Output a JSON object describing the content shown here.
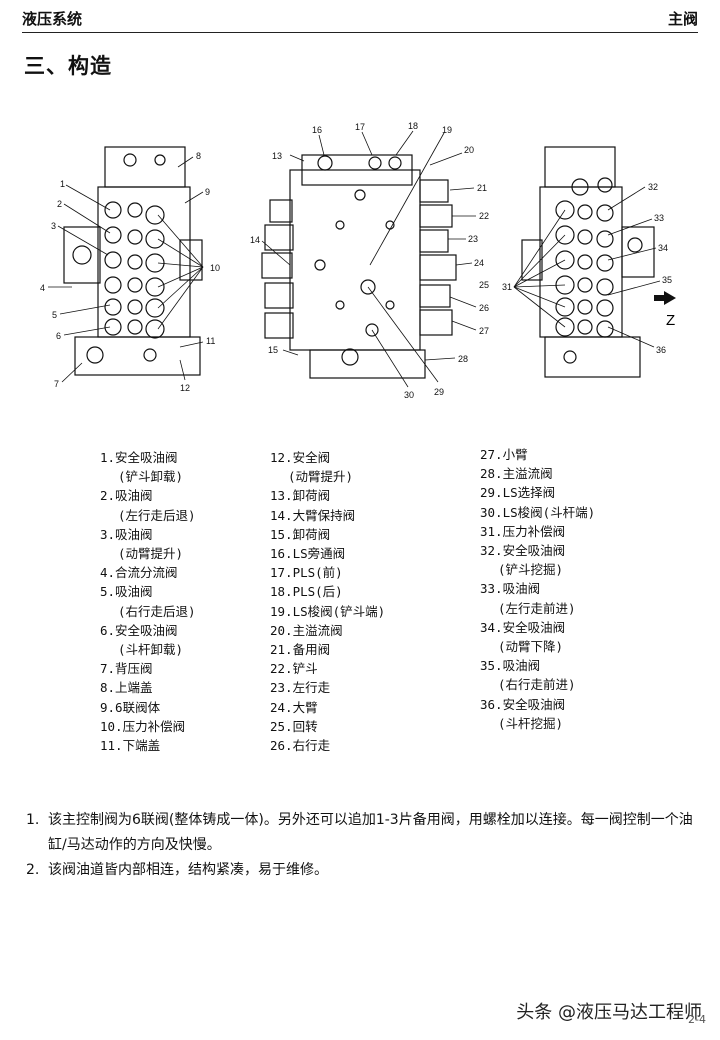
{
  "header": {
    "left": "液压系统",
    "right": "主阀"
  },
  "section_title": "三、构造",
  "figure": {
    "callouts_left": [
      "1",
      "2",
      "3",
      "4",
      "5",
      "6",
      "7",
      "8",
      "9",
      "10",
      "11",
      "12"
    ],
    "callouts_mid": [
      "13",
      "14",
      "15",
      "16",
      "17",
      "18",
      "19",
      "20",
      "21",
      "22",
      "23",
      "24",
      "25",
      "26",
      "27",
      "28",
      "29",
      "30"
    ],
    "callouts_right": [
      "31",
      "32",
      "33",
      "34",
      "35",
      "36"
    ],
    "view_label": "Z"
  },
  "legend": {
    "col1": [
      {
        "text": "1.安全吸油阀",
        "sub": "(铲斗卸载)"
      },
      {
        "text": "2.吸油阀",
        "sub": "(左行走后退)"
      },
      {
        "text": "3.吸油阀",
        "sub": "(动臂提升)"
      },
      {
        "text": "4.合流分流阀"
      },
      {
        "text": "5.吸油阀",
        "sub": "(右行走后退)"
      },
      {
        "text": "6.安全吸油阀",
        "sub": "(斗杆卸载)"
      },
      {
        "text": "7.背压阀"
      },
      {
        "text": "8.上端盖"
      },
      {
        "text": "9.6联阀体"
      },
      {
        "text": "10.压力补偿阀"
      },
      {
        "text": "11.下端盖"
      }
    ],
    "col2": [
      {
        "text": "12.安全阀",
        "sub": "(动臂提升)"
      },
      {
        "text": "13.卸荷阀"
      },
      {
        "text": "14.大臂保持阀"
      },
      {
        "text": "15.卸荷阀"
      },
      {
        "text": "16.LS旁通阀"
      },
      {
        "text": "17.PLS(前)"
      },
      {
        "text": "18.PLS(后)"
      },
      {
        "text": "19.LS梭阀(铲斗端)"
      },
      {
        "text": "20.主溢流阀"
      },
      {
        "text": "21.备用阀"
      },
      {
        "text": "22.铲斗"
      },
      {
        "text": "23.左行走"
      },
      {
        "text": "24.大臂"
      },
      {
        "text": "25.回转"
      },
      {
        "text": "26.右行走"
      }
    ],
    "col3": [
      {
        "text": "27.小臂"
      },
      {
        "text": "28.主溢流阀"
      },
      {
        "text": "29.LS选择阀"
      },
      {
        "text": "30.LS梭阀(斗杆端)"
      },
      {
        "text": "31.压力补偿阀"
      },
      {
        "text": "32.安全吸油阀",
        "sub": "(铲斗挖掘)"
      },
      {
        "text": "33.吸油阀",
        "sub": "(左行走前进)"
      },
      {
        "text": "34.安全吸油阀",
        "sub": "(动臂下降)"
      },
      {
        "text": "35.吸油阀",
        "sub": "(右行走前进)"
      },
      {
        "text": "36.安全吸油阀",
        "sub": "(斗杆挖掘)"
      }
    ]
  },
  "notes": [
    {
      "num": "1.",
      "text": "该主控制阀为6联阀(整体铸成一体)。另外还可以追加1-3片备用阀，用螺栓加以连接。每一阀控制一个油缸/马达动作的方向及快慢。"
    },
    {
      "num": "2.",
      "text": "该阀油道皆内部相连，结构紧凑，易于维修。"
    }
  ],
  "watermark": "头条 @液压马达工程师",
  "page_number": "2-4"
}
